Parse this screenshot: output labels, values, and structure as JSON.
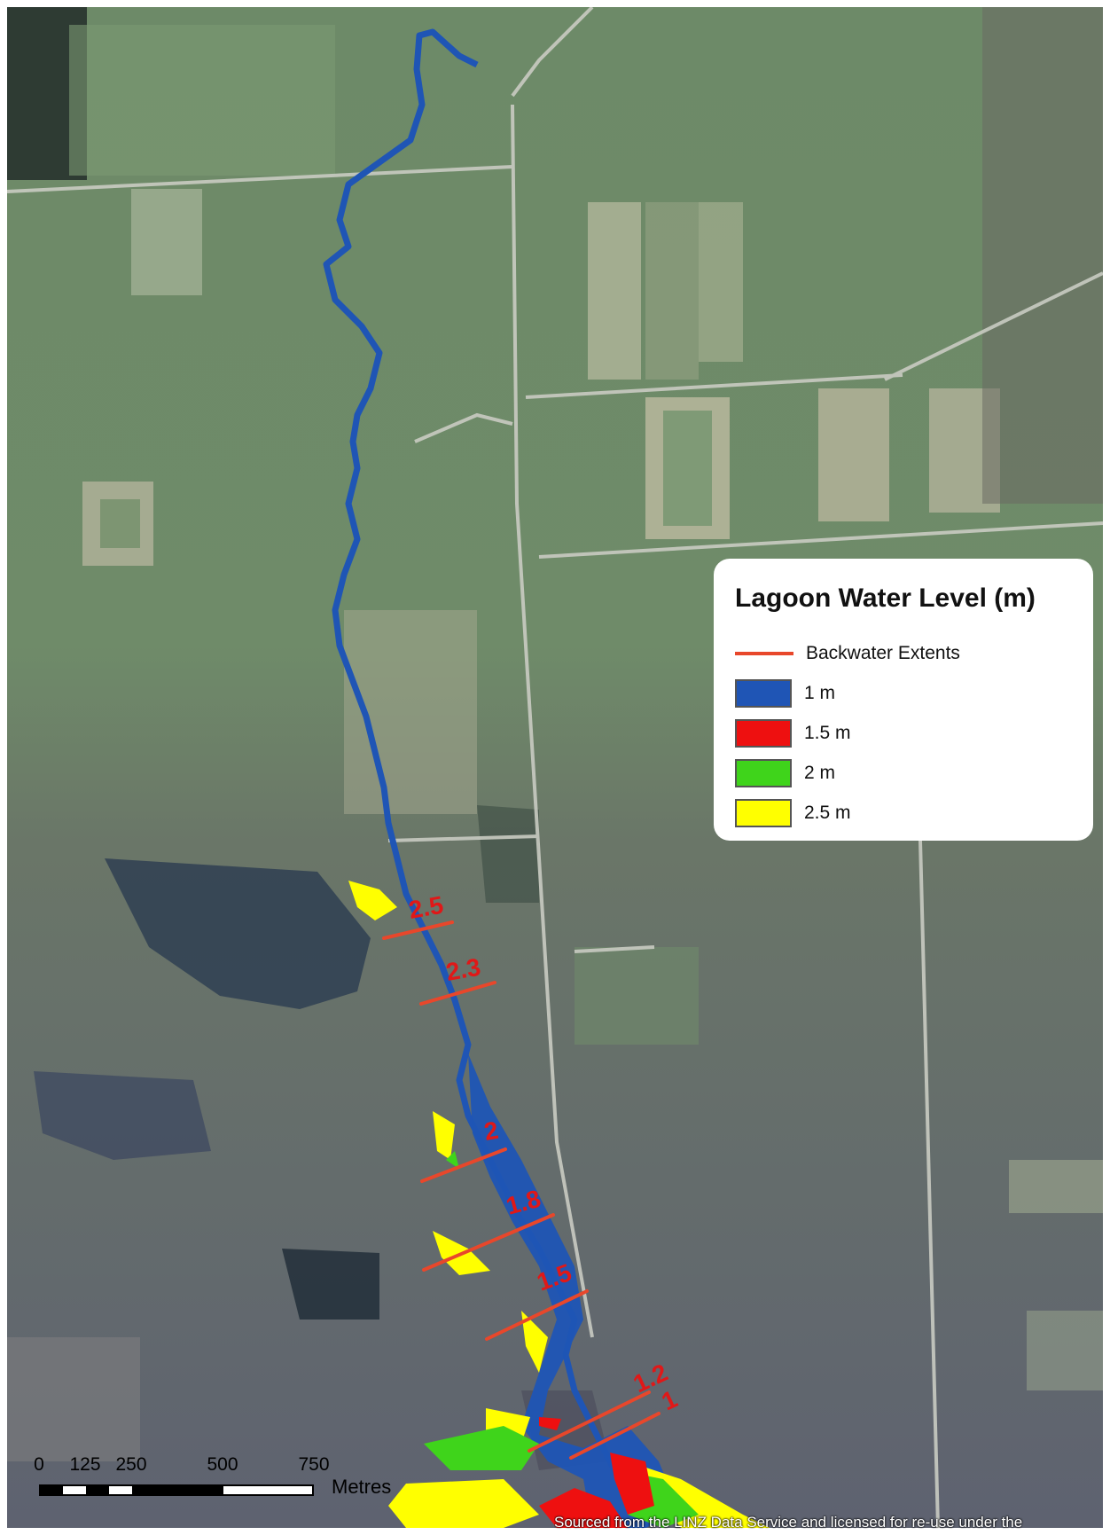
{
  "legend": {
    "title": "Lagoon Water Level (m)",
    "items": [
      {
        "kind": "line",
        "label": "Backwater Extents",
        "color": "#e8472b"
      },
      {
        "kind": "swatch",
        "label": "1 m",
        "color": "#1f55b5"
      },
      {
        "kind": "swatch",
        "label": "1.5 m",
        "color": "#ee1010"
      },
      {
        "kind": "swatch",
        "label": "2 m",
        "color": "#3fd41b"
      },
      {
        "kind": "swatch",
        "label": "2.5 m",
        "color": "#ffff00"
      }
    ]
  },
  "extent_labels": [
    {
      "text": "2.5"
    },
    {
      "text": "2.3"
    },
    {
      "text": "2"
    },
    {
      "text": "1.8"
    },
    {
      "text": "1.5"
    },
    {
      "text": "1.2"
    },
    {
      "text": "1"
    }
  ],
  "scalebar": {
    "ticks": [
      "0",
      "125",
      "250",
      "500",
      "750"
    ],
    "units": "Metres"
  },
  "attribution": "Sourced from the LINZ Data Service and licensed for re-use under the",
  "colors": {
    "field_green": "#6f8a67",
    "wetland_purple": "#5b5a6e",
    "extent_line": "#e8472b",
    "label_red": "#e01818"
  }
}
